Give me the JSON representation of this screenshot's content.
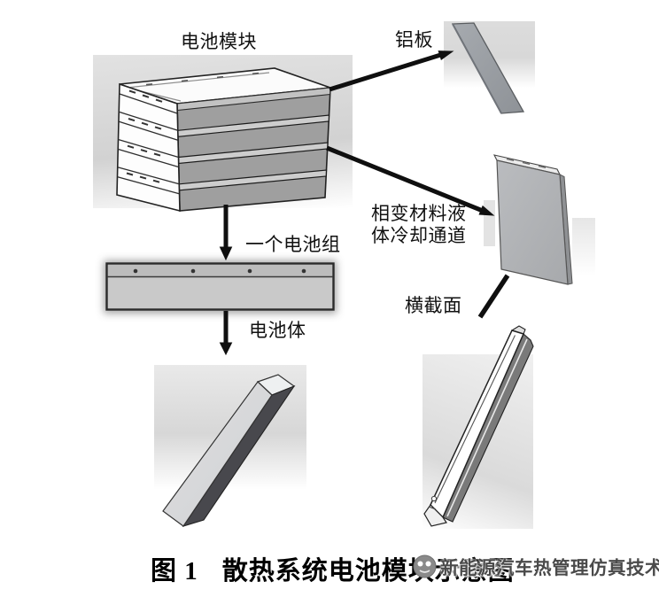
{
  "figure": {
    "labels": {
      "battery_module": "电池模块",
      "aluminum_plate": "铝板",
      "pcm_line1": "相变材料液",
      "pcm_line2": "体冷却通道",
      "cross_section": "横截面",
      "one_battery_pack": "一个电池组",
      "battery_body": "电池体"
    },
    "caption": {
      "prefix": "图 1",
      "title": "散热系统电池模块示意图"
    },
    "watermark": {
      "icon": "mascot-face-icon",
      "text": "新能源汽车热管理仿真技术"
    },
    "colors": {
      "module_side_gray": "#9f9f9f",
      "layer_strip_gray": "#cdcdcd",
      "aluminum_plate_gray": "#9aa0a5",
      "cooling_plate_gray": "#b2b4b7",
      "battery_pack_gray": "#c9c9c9",
      "battery_body_dark_face": "#48484d",
      "arrow_black": "#0f0f0f",
      "background_patch": "#d9d9d9",
      "watermark_gray": "#4a4a4a"
    }
  }
}
